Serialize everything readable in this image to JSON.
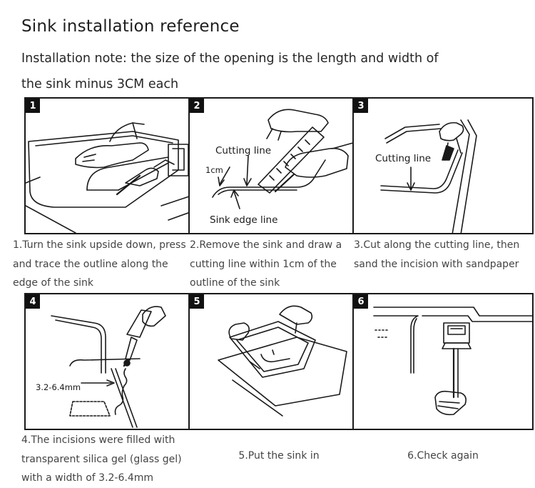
{
  "title": "Sink installation reference",
  "note": {
    "line1": "Installation note: the size of the opening is the length and width of",
    "line2": "the sink minus 3CM each"
  },
  "steps": [
    {
      "number": "1",
      "caption": [
        "1.Turn the sink upside down, press",
        "and trace the outline along the",
        "edge of the sink"
      ]
    },
    {
      "number": "2",
      "caption": [
        "2.Remove the sink and draw a",
        "cutting line within 1cm of the",
        "outline of the sink"
      ],
      "labels": {
        "cutting": "Cutting line",
        "gap": "1cm",
        "edge": "Sink edge line"
      }
    },
    {
      "number": "3",
      "caption": [
        "3.Cut along the cutting line, then",
        "sand the incision with sandpaper"
      ],
      "labels": {
        "cutting": "Cutting line"
      }
    },
    {
      "number": "4",
      "caption": [
        "4.The incisions were filled with",
        "transparent silica gel (glass gel)",
        "with a width of 3.2-6.4mm"
      ],
      "labels": {
        "width": "3.2-6.4mm"
      }
    },
    {
      "number": "5",
      "caption": [
        "5.Put the sink in"
      ]
    },
    {
      "number": "6",
      "caption": [
        "6.Check again"
      ]
    }
  ]
}
